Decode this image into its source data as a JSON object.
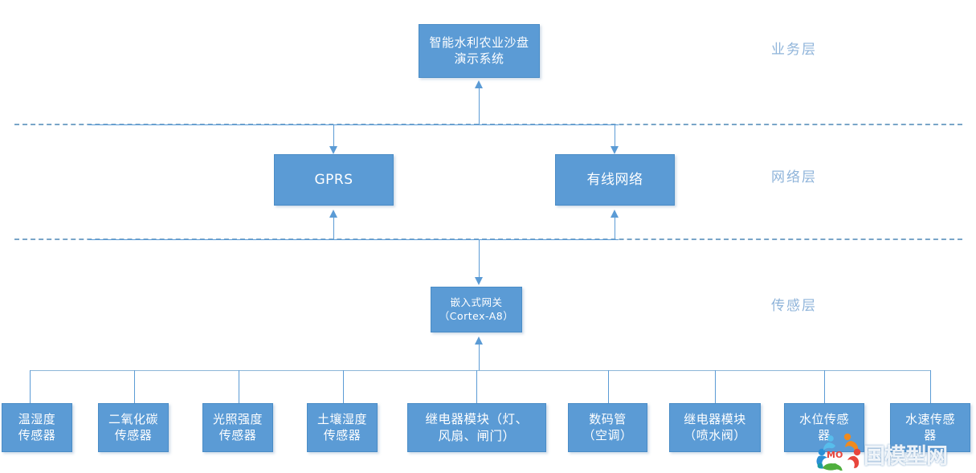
{
  "diagram": {
    "title_box": {
      "label": "智能水利农业沙盘\n演示系统"
    },
    "layers": [
      {
        "name": "业务层"
      },
      {
        "name": "网络层"
      },
      {
        "name": "传感层"
      }
    ],
    "network_nodes": [
      {
        "label": "GPRS"
      },
      {
        "label": "有线网络"
      }
    ],
    "gateway": {
      "label": "嵌入式网关\n（Cortex-A8）"
    },
    "devices": [
      {
        "label": "温湿度\n传感器"
      },
      {
        "label": "二氧化碳\n传感器"
      },
      {
        "label": "光照强度\n传感器"
      },
      {
        "label": "土壤湿度\n传感器"
      },
      {
        "label": "继电器模块（灯、\n风扇、闸门）"
      },
      {
        "label": "数码管\n（空调）"
      },
      {
        "label": "继电器模块\n（喷水阀）"
      },
      {
        "label": "水位传感\n器"
      },
      {
        "label": "水速传感\n器"
      }
    ],
    "watermark": {
      "text": "国模型网",
      "sub": "MO"
    },
    "colors": {
      "box_fill": "#5B9BD5",
      "box_border": "#4A8CC6",
      "box_text": "#FFFFFF",
      "layer_label": "#8FB4DA",
      "divider": "#6E9EC4",
      "connector": "#5B9BD5",
      "background": "#FFFFFF"
    }
  }
}
